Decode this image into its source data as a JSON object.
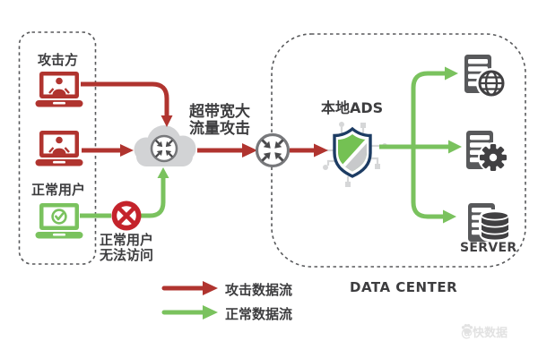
{
  "colors": {
    "attack_red": "#b0342f",
    "blocked_red": "#c4232b",
    "normal_green": "#7ac25e",
    "cloud_gray": "#d2d3d5",
    "server_dark": "#58595b",
    "icon_dark": "#414042",
    "shield_navy": "#1d3c63",
    "shield_green": "#74c153",
    "shield_gray": "#c8c9cb",
    "pattern_gray": "#d6d7d8",
    "router_ring": "#77787b",
    "router_arrow": "#4a4a4c",
    "text_dark": "#3d3d3f",
    "border_gray": "#58595b",
    "watermark_gray": "#e2e2e2"
  },
  "labels": {
    "attacker_group": "攻击方",
    "normal_user": "正常用户",
    "blocked_line1": "正常用户",
    "blocked_line2": "无法访问",
    "attack_line1": "超带宽大",
    "attack_line2": "流量攻击",
    "local_ads": "本地ADS",
    "server": "SERVER",
    "data_center": "DATA CENTER"
  },
  "legend": {
    "attack_flow": "攻击数据流",
    "normal_flow": "正常数据流"
  },
  "watermark": "@快数据",
  "icons": {
    "attacker_laptop": "laptop-hacker-icon",
    "normal_laptop": "laptop-check-icon",
    "cloud": "cloud-router-icon",
    "router": "router-icon",
    "blocked": "access-blocked-icon",
    "ads_shield": "ads-shield-icon",
    "server_web": "server-globe-icon",
    "server_app": "server-gear-icon",
    "server_db": "server-database-icon",
    "watermark_paw": "paw-icon"
  }
}
